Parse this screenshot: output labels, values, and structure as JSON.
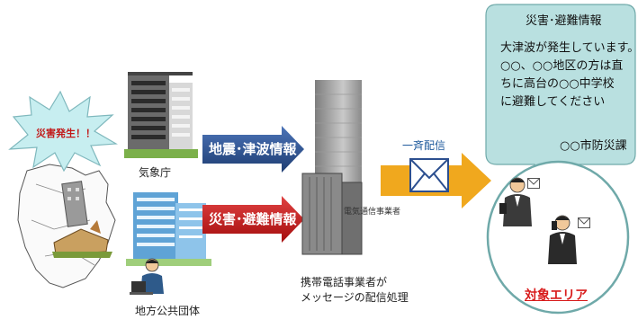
{
  "disaster": {
    "label": "災害発生！！"
  },
  "jma": {
    "label": "気象庁"
  },
  "local_gov": {
    "label": "地方公共団体"
  },
  "arrows": {
    "quake": {
      "label": "地震･津波情報"
    },
    "evac": {
      "label": "災害･避難情報"
    },
    "broadcast": {
      "label": "一斉配信"
    }
  },
  "carrier": {
    "label": "電気通信事業者",
    "caption_lines": [
      "携帯電話事業者が",
      "メッセージの配信処理"
    ]
  },
  "bubble": {
    "title": "災害･避難情報",
    "lines": [
      "大津波が発生しています。",
      "○○、○○地区の方は直",
      "ちに高台の○○中学校",
      "に避難してください"
    ],
    "signature": "○○市防災課"
  },
  "target_area": {
    "label": "対象エリア"
  },
  "colors": {
    "quake_arrow": "#2c4f8f",
    "evac_arrow": "#c21818",
    "broadcast_arrow": "#f0a81e",
    "bubble": "#b9e0e0",
    "target": "#d81b1b"
  }
}
